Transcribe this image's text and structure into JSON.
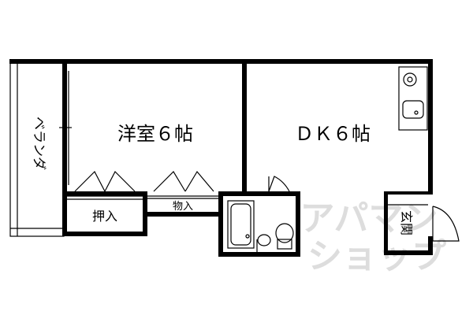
{
  "rooms": {
    "balcony": "ベランダ",
    "western_room": "洋室６帖",
    "dk": "ＤＫ６帖",
    "closet": "押入",
    "storage": "物入",
    "entrance": "玄関"
  },
  "watermark": {
    "line1": "アパマン",
    "line2": "ショップ"
  }
}
